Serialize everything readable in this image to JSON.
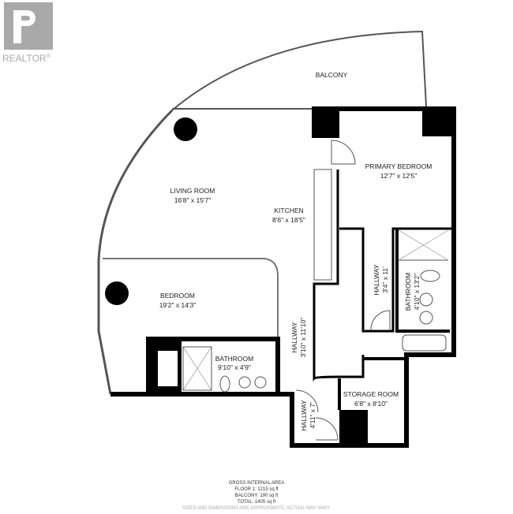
{
  "logo": {
    "text": "REALTOR",
    "mark": "®"
  },
  "rooms": {
    "balcony": {
      "name": "BALCONY"
    },
    "living": {
      "name": "LIVING ROOM",
      "dims": "16'8\" x 15'7\""
    },
    "kitchen": {
      "name": "KITCHEN",
      "dims": "8'6\" x 18'5\""
    },
    "primary": {
      "name": "PRIMARY BEDROOM",
      "dims": "12'7\" x 12'5\""
    },
    "bedroom": {
      "name": "BEDROOM",
      "dims": "19'2\" x 14'3\""
    },
    "hall1": {
      "name": "HALLWAY",
      "dims": "3'10\" x 11'10\""
    },
    "hall2": {
      "name": "HALLWAY",
      "dims": "3'4\" x 11'"
    },
    "bath1": {
      "name": "BATHROOM",
      "dims": "4'10\" x 13'2\""
    },
    "bath2": {
      "name": "BATHROOM",
      "dims": "9'10\" x 4'9\""
    },
    "storage": {
      "name": "STORAGE ROOM",
      "dims": "6'8\" x 8'10\""
    },
    "hall3": {
      "name": "HALLWAY",
      "dims": "4'11\" x 7'"
    }
  },
  "footer": {
    "title": "GROSS INTERNAL AREA",
    "floor": "FLOOR 1: 1215 sq ft",
    "balcony": "BALCONY: 190 sq ft",
    "total": "TOTAL: 1405 sq ft",
    "disclaimer": "SIZES AND DIMENSIONS ARE APPROXIMATE, ACTUAL MAY VARY."
  }
}
